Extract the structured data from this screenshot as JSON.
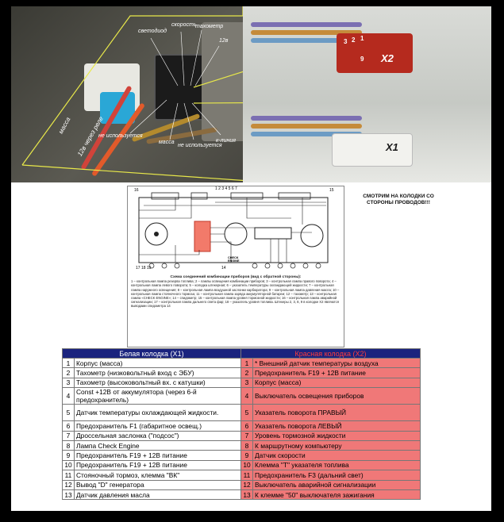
{
  "photo": {
    "labels": {
      "svetodiod": "светодиод",
      "skorost": "скорость",
      "tahometr": "тахометр",
      "t2v": "12в",
      "massa_left": "масса",
      "v12_rele": "12в через реле",
      "ne_isp_1": "не используется",
      "massa_mid": "масса",
      "ne_isp_2": "не используется",
      "k_liniya": "к-линия"
    },
    "pins_top": [
      "3",
      "2",
      "1"
    ],
    "pin_9": "9",
    "x2": "X2",
    "x1": "X1"
  },
  "scheme": {
    "left_nums": "17  18  19",
    "bottom_nums": "14",
    "engine_label": "CHECK ENGINE",
    "num16": "16",
    "num15": "15",
    "top_nums": "1 2 3 4 5 6 7",
    "caption_title": "Схема соединений комбинации приборов (вид с обратной стороны):",
    "caption_text": "1 – контрольная лампа резерва топлива; 2 – лампы освещения комбинации приборов; 3 – контрольная лампа правого поворота; 4 – контрольная лампа левого поворота; 5 – колодка штекерная; 6 – указатель температуры охлаждающей жидкости; 7 – контрольная лампа наружного освещения; 8 – контрольная лампа воздушной заслонки карбюратора; 9 – контрольная лампа давления масла; 10 – контрольная лампа стояночного тормоза; 11 – контрольная лампа заряда аккумуляторной батареи; 12 – тахометр; 13 – контрольная лампа «CHECK ENGINE»; 14 – спидометр; 15 – контрольная лампа уровня тормозной жидкости; 16 – контрольная лампа аварийной сигнализации; 17 – контрольная лампа дальнего света фар; 18 – указатель уровня топлива. Штекеры 2, 3, 8, 9 в колодке X2 являются выводами спидометра 14"
  },
  "note": "СМОТРИМ НА КОЛОДКИ СО СТОРОНЫ ПРОВОДОВ!!!",
  "table": {
    "header_white": "Белая колодка (X1)",
    "header_red": "Красная колодка (X2)",
    "rows": [
      {
        "wn": "1",
        "w": "Корпус (масса)",
        "rn": "1",
        "r": "* Внешний датчик температуры воздуха"
      },
      {
        "wn": "2",
        "w": "Тахометр (низковольтный вход с ЭБУ)",
        "rn": "2",
        "r": "Предохранитель F19 + 12В питание"
      },
      {
        "wn": "3",
        "w": "Тахометр (высоковольтный вх. с катушки)",
        "rn": "3",
        "r": "Корпус (масса)"
      },
      {
        "wn": "4",
        "w": "Const +12В от аккумулятора (через 6-й предохранитель)",
        "rn": "4",
        "r": "Выключатель освещения приборов"
      },
      {
        "wn": "5",
        "w": "Датчик температуры охлаждающей жидкости.",
        "rn": "5",
        "r": "Указатель поворота ПРАВЫЙ"
      },
      {
        "wn": "6",
        "w": "Предохранитель F1 (габаритное освещ.)",
        "rn": "6",
        "r": "Указатель поворота ЛЕВЫЙ"
      },
      {
        "wn": "7",
        "w": "Дроссельная заслонка (\"подсос\")",
        "rn": "7",
        "r": "Уровень тормозной жидкости"
      },
      {
        "wn": "8",
        "w": "Лампа Check Engine",
        "rn": "8",
        "r": "К маршрутному компьютеру"
      },
      {
        "wn": "9",
        "w": "Предохранитель F19 + 12В питание",
        "rn": "9",
        "r": "Датчик скорости"
      },
      {
        "wn": "10",
        "w": "Предохранитель F19 + 12В питание",
        "rn": "10",
        "r": "Клемма \"Т\" указателя топлива"
      },
      {
        "wn": "11",
        "w": "Стояночный тормоз, клемма \"ВК\"",
        "rn": "11",
        "r": "Предохранитель F3 (дальний свет)"
      },
      {
        "wn": "12",
        "w": "Вывод \"D\" генератора",
        "rn": "12",
        "r": "Выключатель аварийной сигнализации"
      },
      {
        "wn": "13",
        "w": "Датчик давления масла",
        "rn": "13",
        "r": "К клемме \"50\" выключателя зажигания"
      }
    ]
  }
}
